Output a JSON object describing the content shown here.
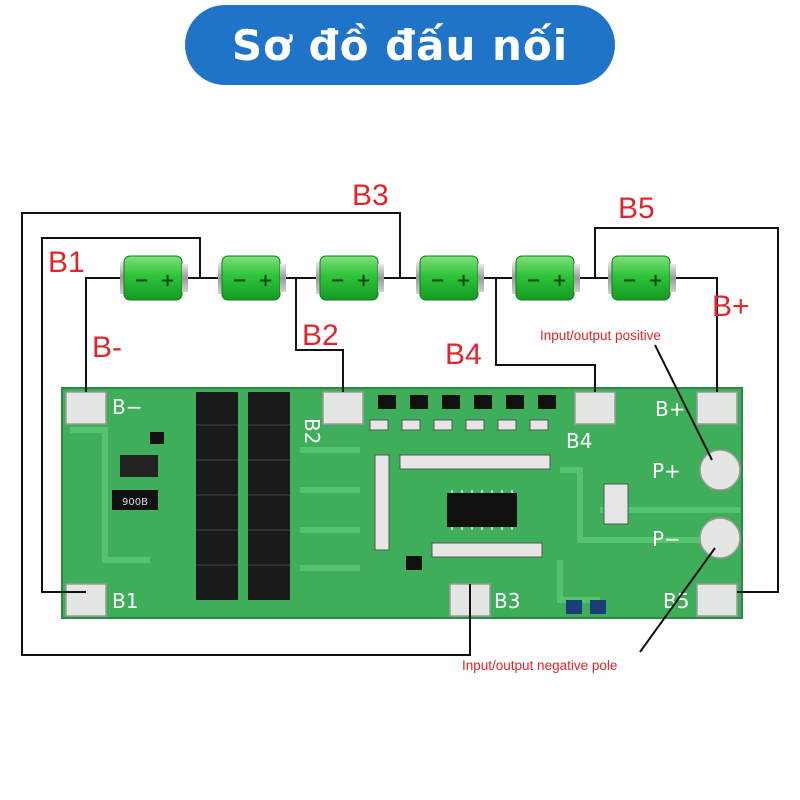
{
  "title": "Sơ đồ đấu nối",
  "wire_labels": {
    "b1": "B1",
    "b2": "B2",
    "b3": "B3",
    "b4": "B4",
    "b5": "B5",
    "b_minus": "B-",
    "b_plus": "B+"
  },
  "notes": {
    "positive": "Input/output positive",
    "negative": "Input/output negative pole"
  },
  "board_labels": {
    "b_minus": "B−",
    "b1": "B1",
    "b2": "B2",
    "b3": "B3",
    "b4": "B4",
    "b5": "B5",
    "b_plus": "B+",
    "p_plus": "P+",
    "p_minus": "P−",
    "resistor": "900B"
  },
  "battery_signs": {
    "minus": "−",
    "plus": "+"
  },
  "colors": {
    "title_bg": "#1f74c7",
    "label_red": "#e0262a",
    "pcb_green": "#3fae5a",
    "battery_green": "#2fc43a"
  }
}
